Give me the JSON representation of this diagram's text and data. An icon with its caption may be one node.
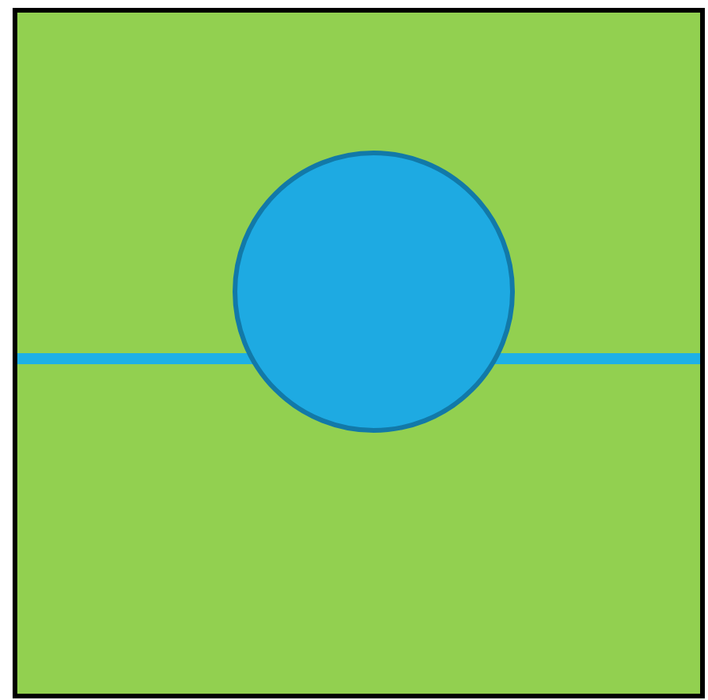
{
  "diagram": {
    "nodes": [
      {
        "text": [],
        "shape": "box"
      },
      {
        "text": [],
        "shape": "circle",
        "in": 0
      }
    ]
  }
}
